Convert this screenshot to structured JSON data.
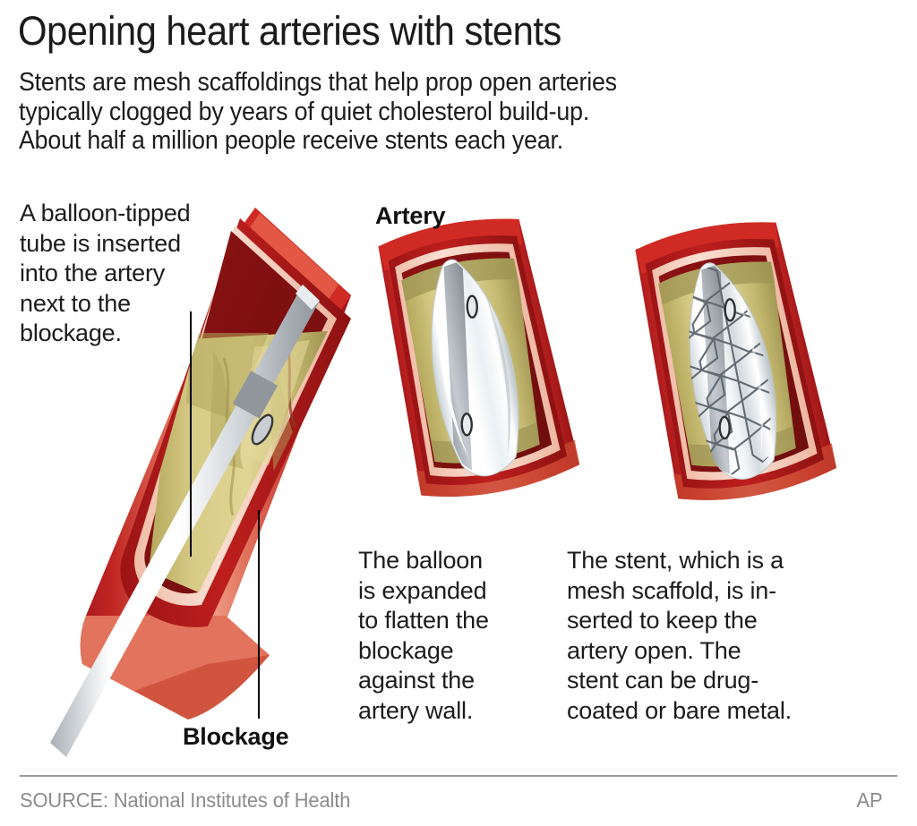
{
  "headline": "Opening heart arteries with stents",
  "deck": [
    "Stents are mesh scaffoldings that help prop open arteries",
    "typically clogged by years of quiet cholesterol build-up.",
    "About half a million people receive stents each year."
  ],
  "labels": {
    "artery": "Artery",
    "blockage": "Blockage"
  },
  "captions": {
    "left": [
      "A balloon-tipped",
      "tube is inserted",
      "into the artery",
      "next to the",
      "blockage."
    ],
    "middle": [
      "The balloon",
      "is expanded",
      "to flatten the",
      "blockage",
      "against the",
      "artery wall."
    ],
    "right": [
      "The stent, which is a",
      "mesh scaffold, is in-",
      "serted to keep the",
      "artery open. The",
      "stent can be drug-",
      "coated or bare metal."
    ]
  },
  "footer": {
    "source": "SOURCE: National Institutes of Health",
    "credit": "AP"
  },
  "palette": {
    "artery_outer_dark": "#b31b1b",
    "artery_outer_mid": "#d23a28",
    "artery_outer_light": "#e78a72",
    "artery_highlight": "#efa893",
    "intima_pale": "#f6cfc0",
    "lumen_dark": "#8e1414",
    "plaque_light": "#ddd390",
    "plaque_mid": "#c9bd6e",
    "plaque_dark": "#9d9352",
    "device_white": "#ffffff",
    "device_silver": "#d9dde0",
    "device_gray": "#9aa0a6",
    "marker_dark": "#3a3a3a",
    "text": "#1c1c1c",
    "footer_text": "#8b8b8b",
    "rule": "#9a9a9a",
    "background": "#ffffff"
  },
  "illustrations": [
    {
      "name": "artery-with-catheter",
      "stage": 1,
      "caption_key": "left",
      "description": "Cutaway of a coronary artery rotated about 30 degrees, showing dark red outer wall, pale pink inner lining, khaki cholesterol plaque filling the lumen, and a white balloon-tipped catheter tube with a gray band and oval radiopaque marker threaded alongside the blockage."
    },
    {
      "name": "artery-with-inflated-balloon",
      "stage": 2,
      "caption_key": "middle",
      "description": "Short cutaway artery segment tilted about 12 degrees with an inflated white lens-shaped balloon pressing the thinned khaki plaque flat against the artery wall; a gray catheter shaft runs through the balloon with two oval markers."
    },
    {
      "name": "artery-with-stent",
      "stage": 3,
      "caption_key": "right",
      "description": "Short cutaway artery segment tilted about 12 degrees containing a silver honeycomb mesh stent expanded inside the lumen, holding the flattened khaki plaque against the artery wall; two oval markers visible."
    }
  ]
}
